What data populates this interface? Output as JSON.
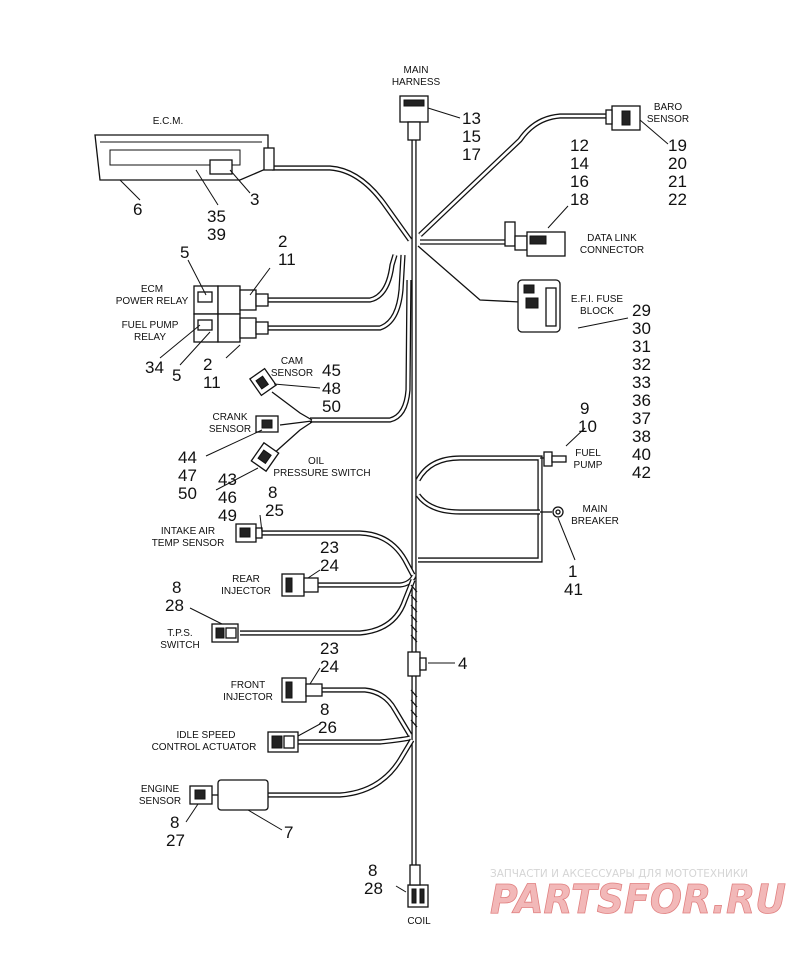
{
  "labels": {
    "main_harness": [
      "MAIN",
      "HARNESS"
    ],
    "baro_sensor": [
      "BARO",
      "SENSOR"
    ],
    "ecm": "E.C.M.",
    "data_link": [
      "DATA LINK",
      "CONNECTOR"
    ],
    "ecm_power_relay": [
      "ECM",
      "POWER RELAY"
    ],
    "fuel_pump_relay": [
      "FUEL PUMP",
      "RELAY"
    ],
    "efi_fuse_block": [
      "E.F.I. FUSE",
      "BLOCK"
    ],
    "cam_sensor": [
      "CAM",
      "SENSOR"
    ],
    "crank_sensor": [
      "CRANK",
      "SENSOR"
    ],
    "oil_pressure_switch": [
      "OIL",
      "PRESSURE SWITCH"
    ],
    "fuel_pump": [
      "FUEL",
      "PUMP"
    ],
    "main_breaker": [
      "MAIN",
      "BREAKER"
    ],
    "intake_air_temp_sensor": [
      "INTAKE AIR",
      "TEMP SENSOR"
    ],
    "rear_injector": [
      "REAR",
      "INJECTOR"
    ],
    "tps_switch": [
      "T.P.S.",
      "SWITCH"
    ],
    "front_injector": [
      "FRONT",
      "INJECTOR"
    ],
    "idle_speed_actuator": [
      "IDLE SPEED",
      "CONTROL ACTUATOR"
    ],
    "engine_sensor": [
      "ENGINE",
      "SENSOR"
    ],
    "coil": "COIL"
  },
  "callouts": {
    "main_harness": [
      "13",
      "15",
      "17"
    ],
    "baro_sensor": [
      "19",
      "20",
      "21",
      "22"
    ],
    "data_link": [
      "12",
      "14",
      "16",
      "18"
    ],
    "ecm_housing": "6",
    "ecm_bracket": "3",
    "ecm_connector": [
      "35",
      "39"
    ],
    "relay_top": "5",
    "relay_top_right": [
      "2",
      "11"
    ],
    "relay_bottom_left": "34",
    "relay_bottom_mid": "5",
    "relay_bottom_right": [
      "2",
      "11"
    ],
    "efi_fuse_block": [
      "29",
      "30",
      "31",
      "32",
      "33",
      "36",
      "37",
      "38",
      "40",
      "42"
    ],
    "cam_sensor": [
      "45",
      "48",
      "50"
    ],
    "crank_sensor": [
      "44",
      "47",
      "50"
    ],
    "oil_pressure_switch": [
      "43",
      "46",
      "49"
    ],
    "fuel_pump": [
      "9",
      "10"
    ],
    "main_breaker": [
      "1",
      "41"
    ],
    "intake_air_temp_sensor": [
      "8",
      "25"
    ],
    "rear_injector": [
      "23",
      "24"
    ],
    "tps_switch": [
      "8",
      "28"
    ],
    "harness_clip": "4",
    "front_injector": [
      "23",
      "24"
    ],
    "idle_speed_actuator": [
      "8",
      "26"
    ],
    "engine_sensor": [
      "8",
      "27"
    ],
    "engine_sensor_body": "7",
    "coil": [
      "8",
      "28"
    ]
  },
  "watermark": {
    "tagline": "ЗАПЧАСТИ И АКСЕССУАРЫ ДЛЯ МОТОТЕХНИКИ",
    "brand": "PARTSFOR.RU"
  }
}
